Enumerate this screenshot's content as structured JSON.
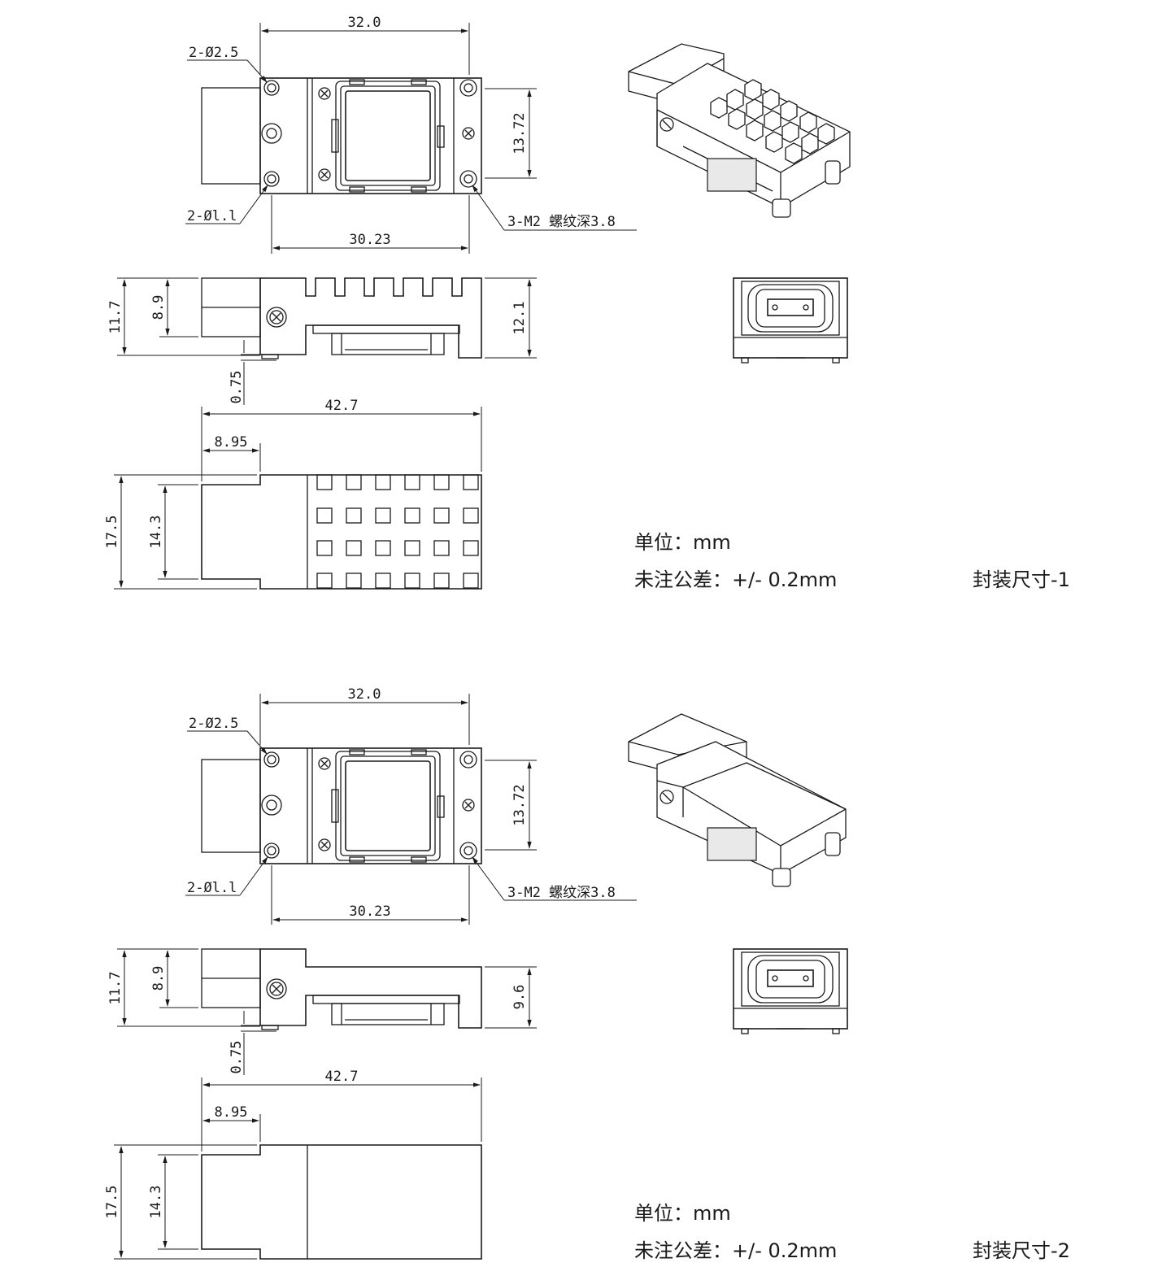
{
  "sections": [
    {
      "top": {
        "width_32": "32.0",
        "hole_25": "2-Ø2.5",
        "hole_11": "2-Øl.l",
        "thread": "3-M2 螺纹深3.8",
        "width_3023": "30.23",
        "height_1372": "13.72"
      },
      "side": {
        "h_117": "11.7",
        "h_89": "8.9",
        "h_right": "12.1",
        "h_075": "0.75"
      },
      "bottom": {
        "len_427": "42.7",
        "len_895": "8.95",
        "h_175": "17.5",
        "h_143": "14.3"
      },
      "notes": {
        "unit": "单位：mm",
        "tolerance": "未注公差：+/- 0.2mm",
        "title": "封装尺寸-1"
      },
      "variant": "heatsink"
    },
    {
      "top": {
        "width_32": "32.0",
        "hole_25": "2-Ø2.5",
        "hole_11": "2-Øl.l",
        "thread": "3-M2 螺纹深3.8",
        "width_3023": "30.23",
        "height_1372": "13.72"
      },
      "side": {
        "h_117": "11.7",
        "h_89": "8.9",
        "h_right": "9.6",
        "h_075": "0.75"
      },
      "bottom": {
        "len_427": "42.7",
        "len_895": "8.95",
        "h_175": "17.5",
        "h_143": "14.3"
      },
      "notes": {
        "unit": "单位：mm",
        "tolerance": "未注公差：+/- 0.2mm",
        "title": "封装尺寸-2"
      },
      "variant": "flat"
    }
  ]
}
